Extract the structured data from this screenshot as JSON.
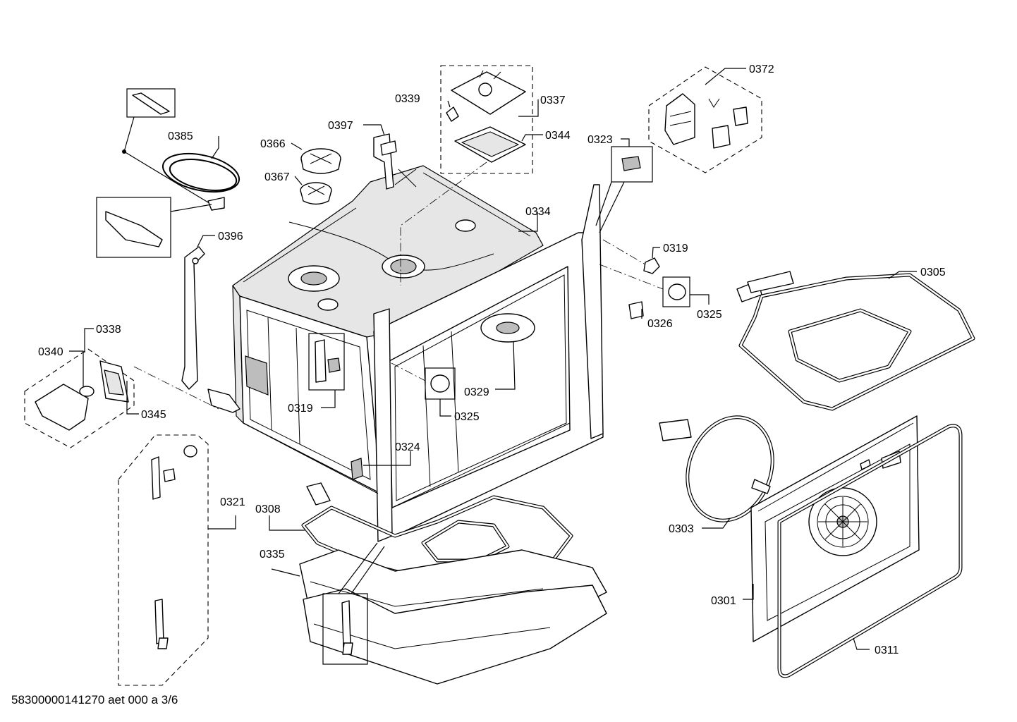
{
  "diagram": {
    "labels": {
      "l0372": "0372",
      "l0339": "0339",
      "l0337": "0337",
      "l0385": "0385",
      "l0397": "0397",
      "l0344": "0344",
      "l0323": "0323",
      "l0366": "0366",
      "l0367": "0367",
      "l0334": "0334",
      "l0396": "0396",
      "l0319a": "0319",
      "l0305": "0305",
      "l0325a": "0325",
      "l0326": "0326",
      "l0338": "0338",
      "l0340": "0340",
      "l0329": "0329",
      "l0345": "0345",
      "l0319b": "0319",
      "l0325b": "0325",
      "l0324": "0324",
      "l0321": "0321",
      "l0308": "0308",
      "l0303": "0303",
      "l0335": "0335",
      "l0301": "0301",
      "l0311": "0311"
    },
    "footer": "58300000141270 aet 000 a 3/6"
  }
}
